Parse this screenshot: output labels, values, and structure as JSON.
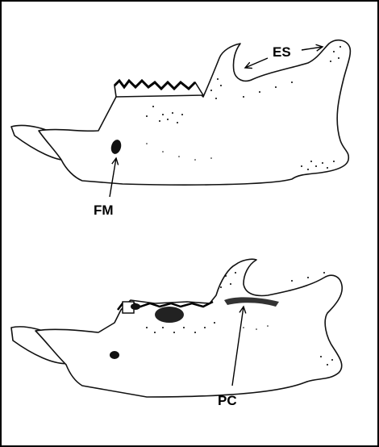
{
  "labels": {
    "es": "ES",
    "fm": "FM",
    "pc": "PC"
  },
  "colors": {
    "background": "#ffffff",
    "ink": "#000000"
  }
}
